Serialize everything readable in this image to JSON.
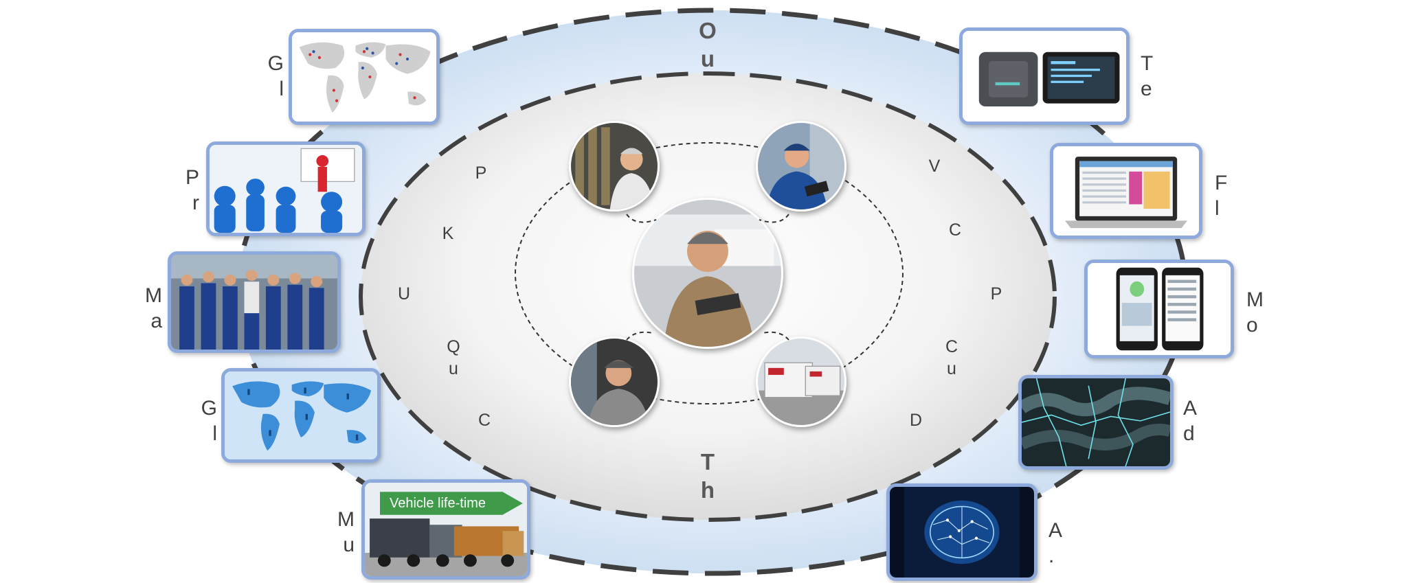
{
  "outer_title": "Our\nResponse",
  "inner_title": "The Fleets ecosystem\nrequirements",
  "left_requirements": [
    "Proximity",
    "Know-how",
    "Uptime",
    "Quick\nresponse",
    "Choice"
  ],
  "right_requirements": [
    "Visibility",
    "Compliance",
    "Productivity",
    "Customer\nsatisfaction",
    "Differentiation"
  ],
  "left_offerings": [
    {
      "label": "Global service\norganization",
      "icon": "world-map-icon"
    },
    {
      "label": "Professional\ntraining & consulting",
      "icon": "training-icon"
    },
    {
      "label": "Maintenance\nsolutions",
      "icon": "mechanics-team-icon"
    },
    {
      "label": "Global\ndistribution",
      "icon": "distribution-map-icon"
    },
    {
      "label": "Multi-brand\nportfolio",
      "icon": "trucks-icon",
      "badge": "Vehicle life-time"
    }
  ],
  "right_offerings": [
    {
      "label": "Telematics & IoT\nsuite",
      "icon": "telematics-device-icon"
    },
    {
      "label": "Fleet management\nSaaS",
      "icon": "laptop-icon"
    },
    {
      "label": "Mobile process\nmanagement apps",
      "icon": "smartphones-icon"
    },
    {
      "label": "Advanced analytics\nsolutions",
      "icon": "analytics-map-icon"
    },
    {
      "label": "A.I. powered\nsolutions",
      "icon": "ai-brain-icon"
    }
  ],
  "colors": {
    "outer_fill": "#dce8f6",
    "inner_fill": "#f2f2f2",
    "tile_border": "#8ea9db",
    "dash": "#404040",
    "text": "#404040",
    "title": "#595959"
  }
}
